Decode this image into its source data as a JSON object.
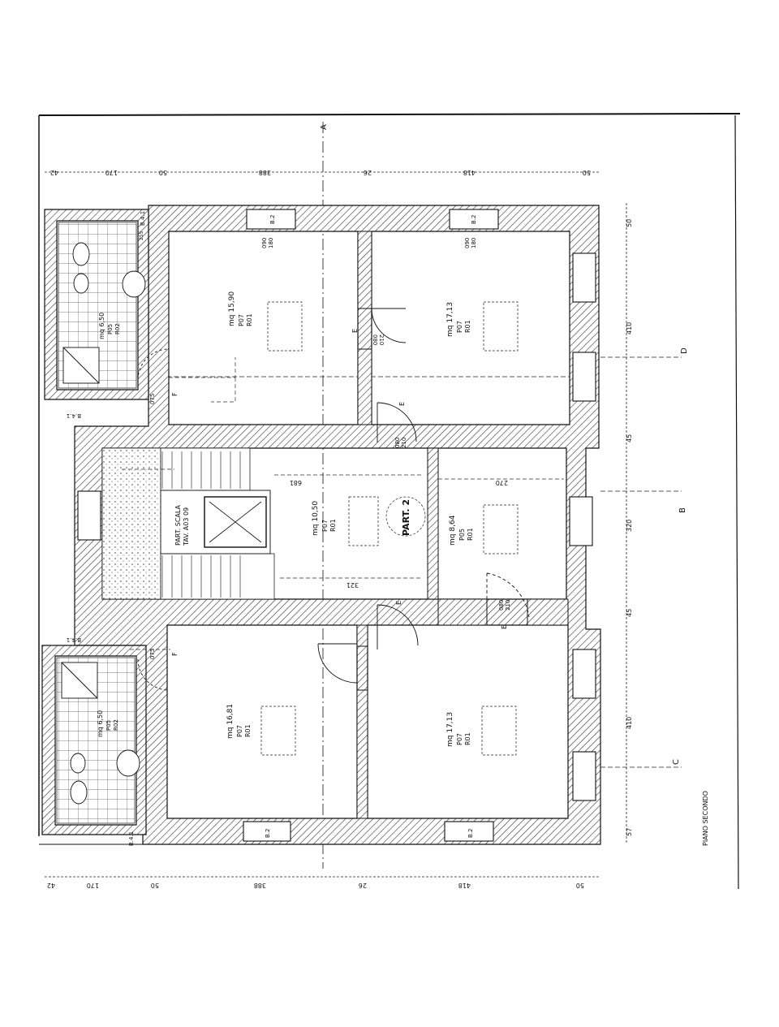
{
  "plan": {
    "title": "PIANO SECONDO",
    "unit": "PART. 2",
    "stair": {
      "label_line1": "PART. SCALA",
      "label_line2": "TAV. A03 09"
    },
    "rooms": [
      {
        "area": "mq 15,90",
        "floor": "P07",
        "finish": "R01"
      },
      {
        "area": "mq 17,13",
        "floor": "P07",
        "finish": "R01"
      },
      {
        "area": "mq 10,50",
        "floor": "P07",
        "finish": "R01"
      },
      {
        "area": "mq 8,64",
        "floor": "P05",
        "finish": "R01"
      },
      {
        "area": "mq 16,81",
        "floor": "P07",
        "finish": "R01"
      },
      {
        "area": "mq 17,13",
        "floor": "P07",
        "finish": "R01"
      },
      {
        "area": "mq 6,50",
        "floor": "P05",
        "finish": "R02"
      },
      {
        "area": "mq 6,50",
        "floor": "P05",
        "finish": "R02"
      }
    ],
    "dims_top": [
      "42",
      "170",
      "50",
      "388",
      "26",
      "418",
      "50"
    ],
    "dims_bottom": [
      "42",
      "170",
      "50",
      "388",
      "26",
      "418",
      "50"
    ],
    "dims_right": [
      "50",
      "410",
      "45",
      "320",
      "45",
      "410",
      "57"
    ],
    "dims_center": [
      "681",
      "270",
      "321"
    ],
    "section_marks": [
      "A",
      "B",
      "C",
      "D"
    ],
    "door_labels": [
      "080",
      "210",
      "E",
      "075"
    ],
    "window_labels": [
      "B.2",
      "B.4.1",
      "090",
      "180",
      "255",
      "F"
    ]
  }
}
